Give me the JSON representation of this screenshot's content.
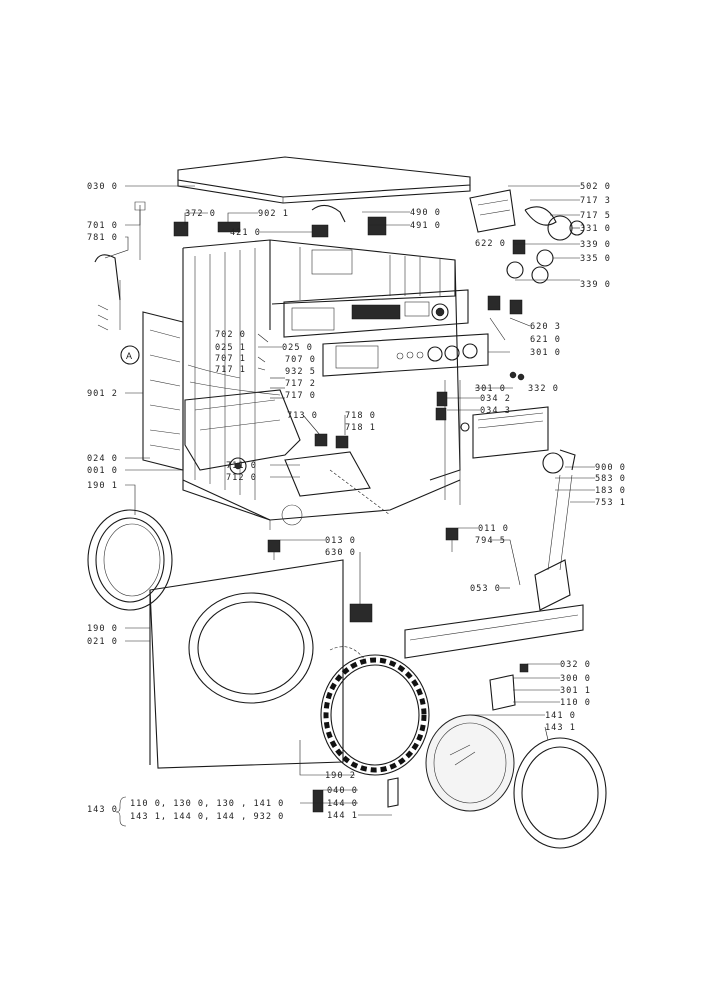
{
  "labels": {
    "l030_0": "030 0",
    "l701_0": "701 0",
    "l781_0": "781 0",
    "l372_0": "372 0",
    "l902_1": "902 1",
    "l421_0": "421 0",
    "l490_0": "490 0",
    "l491_0": "491 0",
    "l502_0": "502 0",
    "l717_3": "717 3",
    "l717_5": "717 5",
    "l331_0": "331 0",
    "l622_0": "622 0",
    "l339_0a": "339 0",
    "l335_0": "335 0",
    "l339_0b": "339 0",
    "l620_3": "620 3",
    "l621_0": "621 0",
    "l301_0a": "301 0",
    "l702_0": "702 0",
    "l025_1": "025 1",
    "l707_1": "707 1",
    "l717_1": "717 1",
    "l025_0": "025 0",
    "l707_0": "707 0",
    "l932_5": "932 5",
    "l717_2": "717 2",
    "l717_0": "717 0",
    "l901_2": "901 2",
    "l301_0b": "301 0",
    "l332_0": "332 0",
    "l034_2": "034 2",
    "l034_3": "034 3",
    "l713_0": "713 0",
    "l718_0": "718 0",
    "l718_1": "718 1",
    "l024_0": "024 0",
    "l001_0": "001 0",
    "l711_0": "711 0",
    "l712_0": "712 0",
    "l190_1": "190 1",
    "l900_0": "900 0",
    "l583_0": "583 0",
    "l183_0": "183 0",
    "l753_1": "753 1",
    "l011_0": "011 0",
    "l013_0": "013 0",
    "l630_0": "630 0",
    "l794_5": "794 5",
    "l053_0": "053 0",
    "l190_0": "190 0",
    "l021_0": "021 0",
    "l032_0": "032 0",
    "l300_0": "300 0",
    "l301_1": "301 1",
    "l110_0": "110 0",
    "l141_0": "141 0",
    "l143_1": "143 1",
    "l190_2": "190 2",
    "l040_0": "040 0",
    "l144_0": "144 0",
    "l144_1": "144 1",
    "kit_label": "143 0",
    "kit_line1": "110 0,  130 0,  130 ,  141 0",
    "kit_line2": "143 1,  144 0,  144 ,  932 0",
    "callout_a": "A"
  },
  "colors": {
    "line": "#1a1a1a",
    "background": "#ffffff"
  }
}
